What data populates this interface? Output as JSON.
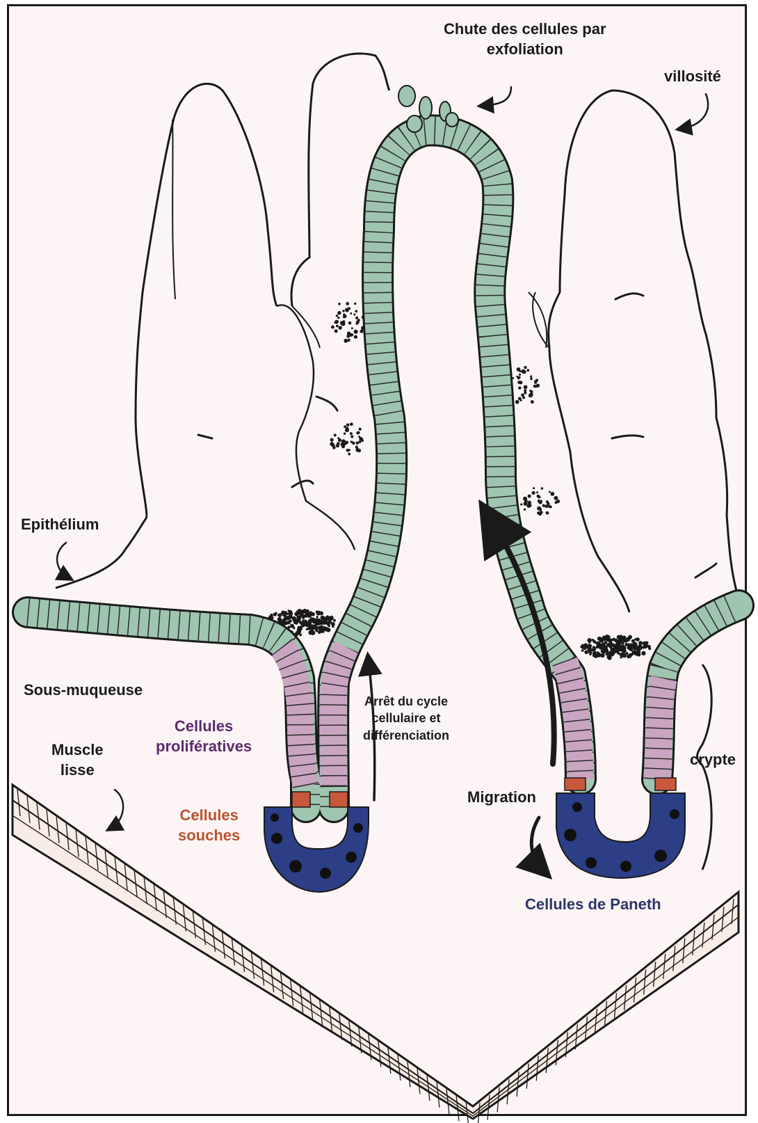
{
  "labels": {
    "exfoliation_line1": "Chute des cellules par",
    "exfoliation_line2": "exfoliation",
    "villosite": "villosité",
    "epithelium": "Epithélium",
    "sous_muqueuse": "Sous-muqueuse",
    "muscle_line1": "Muscle",
    "muscle_line2": "lisse",
    "proliferatives_line1": "Cellules",
    "proliferatives_line2": "prolifératives",
    "souches_line1": "Cellules",
    "souches_line2": "souches",
    "arret_line1": "Arrêt du cycle",
    "arret_line2": "cellulaire et",
    "arret_line3": "différenciation",
    "crypte": "crypte",
    "migration": "Migration",
    "paneth": "Cellules de Paneth"
  },
  "colors": {
    "background": "#fdf5f5",
    "outline": "#1a1a1a",
    "epithelium": "#9fc5b0",
    "proliferative": "#c9a5c2",
    "stem": "#c8583c",
    "paneth": "#2c3e86",
    "label_proliferatives": "#5c2a6e",
    "label_souches": "#b9542f",
    "label_paneth": "#2c3766"
  }
}
